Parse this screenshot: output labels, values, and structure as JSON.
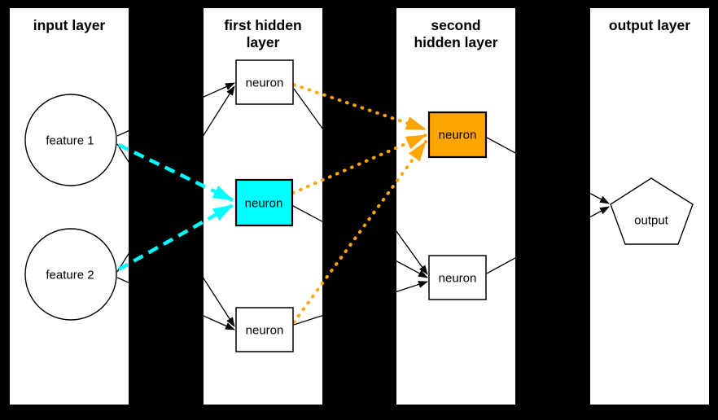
{
  "diagram": {
    "layers": [
      {
        "name": "input layer",
        "lines": [
          "input layer",
          ""
        ]
      },
      {
        "name": "first hidden layer",
        "lines": [
          "first hidden",
          "layer"
        ]
      },
      {
        "name": "second hidden layer",
        "lines": [
          "second",
          "hidden layer"
        ]
      },
      {
        "name": "output layer",
        "lines": [
          "output layer",
          ""
        ]
      }
    ],
    "nodes": [
      {
        "id": "feature-1",
        "label": "feature 1",
        "shape": "circle",
        "fill": "#ffffff"
      },
      {
        "id": "feature-2",
        "label": "feature 2",
        "shape": "circle",
        "fill": "#ffffff"
      },
      {
        "id": "hidden1-top",
        "label": "neuron",
        "shape": "rect",
        "fill": "#ffffff"
      },
      {
        "id": "hidden1-middle",
        "label": "neuron",
        "shape": "rect",
        "fill": "#00ffff"
      },
      {
        "id": "hidden1-bottom",
        "label": "neuron",
        "shape": "rect",
        "fill": "#ffffff"
      },
      {
        "id": "hidden2-top",
        "label": "neuron",
        "shape": "rect",
        "fill": "#ffa500"
      },
      {
        "id": "hidden2-bottom",
        "label": "neuron",
        "shape": "rect",
        "fill": "#ffffff"
      },
      {
        "id": "output-node",
        "label": "output",
        "shape": "pentagon",
        "fill": "#ffffff"
      }
    ],
    "colors": {
      "background": "#000000",
      "panel": "#ffffff",
      "edge": "#000000",
      "highlight_cyan": "#00ffff",
      "highlight_orange": "#ffa500"
    },
    "edge_styles": {
      "normal": "solid black",
      "highlight_input_to_hidden1": "dashed cyan",
      "highlight_hidden1_to_hidden2": "dotted orange"
    }
  }
}
